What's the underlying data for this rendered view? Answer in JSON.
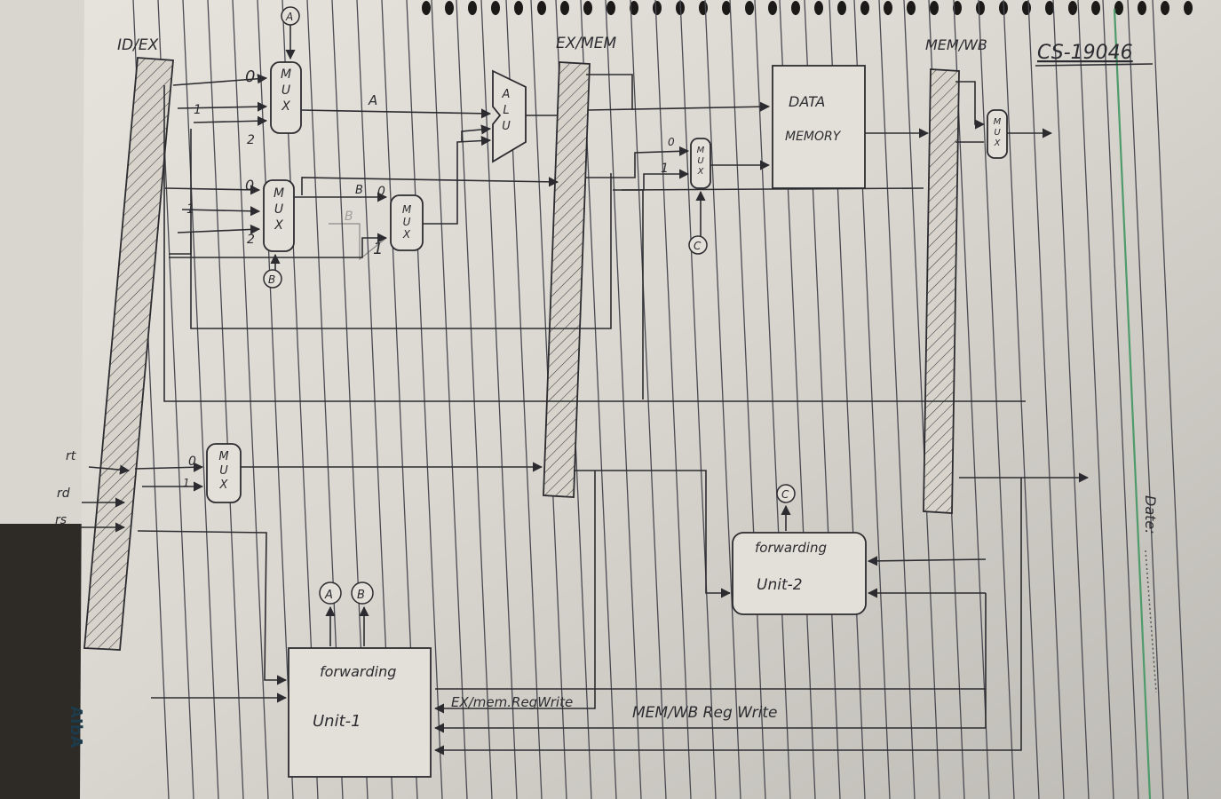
{
  "pipeline_registers": {
    "id_ex": "ID/EX",
    "ex_mem": "EX/MEM",
    "mem_wb": "MEM/WB"
  },
  "header": {
    "course_code": "CS-19046"
  },
  "blocks": {
    "alu": "A\nL\nU",
    "data_memory_line1": "DATA",
    "data_memory_line2": "MEMORY",
    "mux_label": "M\nU\nX",
    "forwarding_unit_1_line1": "forwarding",
    "forwarding_unit_1_line2": "Unit-1",
    "forwarding_unit_2_line1": "forwarding",
    "forwarding_unit_2_line2": "Unit-2"
  },
  "mux_inputs": {
    "mux_a": [
      "0",
      "1",
      "2"
    ],
    "mux_b": [
      "0",
      "1",
      "2"
    ],
    "mux_alu_src": [
      "0",
      "1"
    ],
    "mux_mem": [
      "0",
      "1"
    ],
    "mux_reg_dst": [
      "0",
      "1"
    ]
  },
  "selectors": {
    "a": "A",
    "b": "B",
    "c": "C"
  },
  "wire_labels": {
    "alu_input_a": "A",
    "b_top": "B",
    "b_faded": "B"
  },
  "register_fields": {
    "rt": "rt",
    "rd": "rd",
    "rs": "rs"
  },
  "control_signals": {
    "ex_mem_regwrite": "EX/mem.RegWrite",
    "mem_wb_regwrite": "MEM/WB Reg Write"
  },
  "margin": {
    "date_label": "Date:"
  },
  "brand": "AIbA",
  "colors": {
    "paper": "#e6e3dc",
    "ink": "#2c2c30",
    "margin_line": "#4f9a6a",
    "rule_lines": "#4a4a52"
  }
}
